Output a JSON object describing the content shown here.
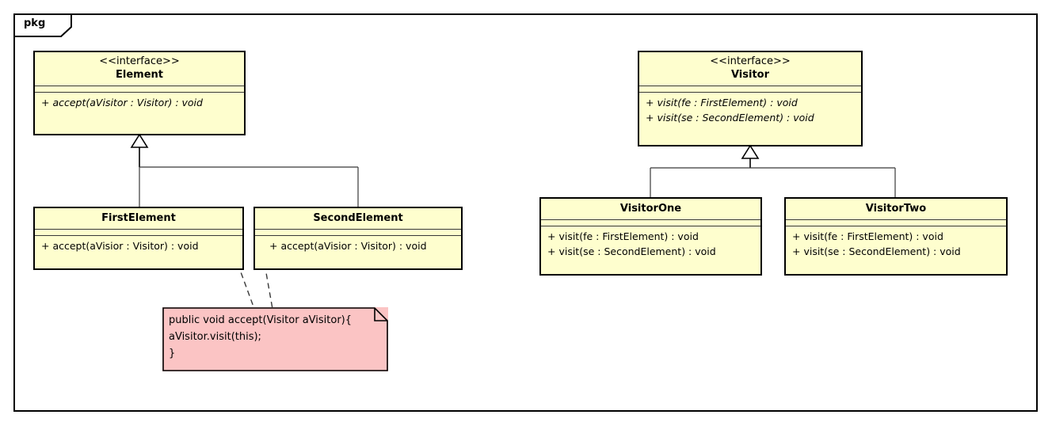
{
  "diagram": {
    "type": "uml-class-diagram",
    "pattern": "Visitor",
    "package_label": "pkg",
    "colors": {
      "class_fill": "#FEFECE",
      "class_border": "#000000",
      "note_fill": "#FBC4C4",
      "note_border": "#000000",
      "frame_border": "#000000",
      "edge_line": "#383838",
      "background": "#FFFFFF"
    }
  },
  "classes": [
    {
      "id": "element",
      "stereotype": "<<interface>>",
      "name": "Element",
      "attributes": [],
      "operations": [
        "+ accept(aVisitor : Visitor) : void"
      ],
      "abstract": true
    },
    {
      "id": "visitor",
      "stereotype": "<<interface>>",
      "name": "Visitor",
      "attributes": [],
      "operations": [
        "+ visit(fe : FirstElement) : void",
        "+ visit(se : SecondElement) : void"
      ],
      "abstract": true
    },
    {
      "id": "first-element",
      "stereotype": "",
      "name": "FirstElement",
      "attributes": [],
      "operations": [
        "+ accept(aVisior : Visitor) : void"
      ],
      "abstract": false
    },
    {
      "id": "second-element",
      "stereotype": "",
      "name": "SecondElement",
      "attributes": [],
      "operations": [
        "+ accept(aVisior : Visitor) : void"
      ],
      "abstract": false
    },
    {
      "id": "visitor-one",
      "stereotype": "",
      "name": "VisitorOne",
      "attributes": [],
      "operations": [
        "+ visit(fe : FirstElement) : void",
        "+ visit(se : SecondElement) : void"
      ],
      "abstract": false
    },
    {
      "id": "visitor-two",
      "stereotype": "",
      "name": "VisitorTwo",
      "attributes": [],
      "operations": [
        "+ visit(fe : FirstElement) : void",
        "+ visit(se : SecondElement) : void"
      ],
      "abstract": false
    }
  ],
  "note": {
    "id": "accept-impl-note",
    "lines": [
      "public void accept(Visitor aVisitor){",
      "aVisitor.visit(this);",
      "}"
    ],
    "text": "public void accept(Visitor aVisitor){\naVisitor.visit(this);\n}",
    "attached_to": [
      "first-element",
      "second-element"
    ]
  },
  "relationships": [
    {
      "type": "generalization",
      "from": "first-element",
      "to": "element"
    },
    {
      "type": "generalization",
      "from": "second-element",
      "to": "element"
    },
    {
      "type": "generalization",
      "from": "visitor-one",
      "to": "visitor"
    },
    {
      "type": "generalization",
      "from": "visitor-two",
      "to": "visitor"
    },
    {
      "type": "note-link",
      "from": "accept-impl-note",
      "to": "first-element"
    },
    {
      "type": "note-link",
      "from": "accept-impl-note",
      "to": "second-element"
    }
  ]
}
